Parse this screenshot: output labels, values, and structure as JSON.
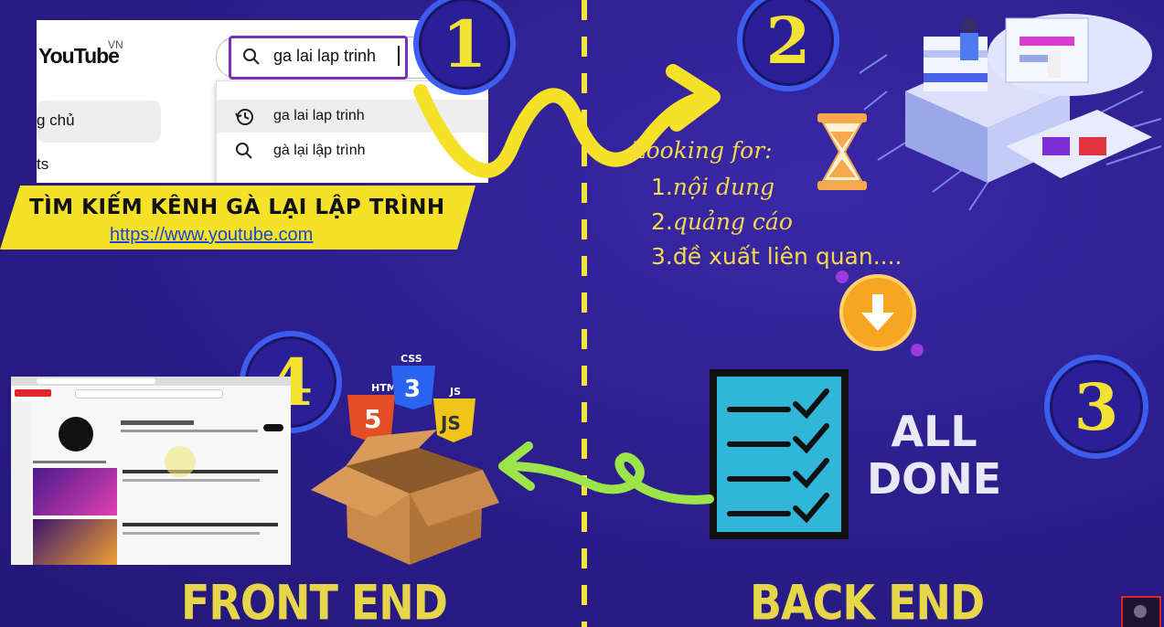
{
  "steps": {
    "one": "1",
    "two": "2",
    "three": "3",
    "four": "4"
  },
  "youtube": {
    "logo": "YouTube",
    "region": "VN",
    "search_value": "ga lai lap trinh",
    "sidebar_home": "g chủ",
    "sidebar_next": "ts",
    "suggestions": [
      {
        "icon": "history-icon",
        "text": "ga lai lap trinh"
      },
      {
        "icon": "search-icon",
        "text": "gà lại lập trình"
      }
    ]
  },
  "banner": {
    "title": "TÌM KIẾM KÊNH GÀ LẠI LẬP TRÌNH",
    "link": "https://www.youtube.com"
  },
  "backend_list": {
    "heading": "Looking for:",
    "items": [
      {
        "num": "1.",
        "text": "nội dung",
        "italic": true
      },
      {
        "num": "2.",
        "text": "quảng cáo",
        "italic": true
      },
      {
        "num": "3.",
        "text": "đề xuất liên quan....",
        "italic": false
      }
    ]
  },
  "all_done": {
    "line1": "ALL",
    "line2": "DONE"
  },
  "labels": {
    "front_end": "FRONT END",
    "back_end": "BACK END"
  },
  "tech_badges": {
    "html": "HTML",
    "css": "CSS",
    "js": "JS",
    "html_num": "5",
    "css_num": "3",
    "js_mark": "JS"
  },
  "colors": {
    "background": "#2b1d8a",
    "accent_yellow": "#f4e128",
    "divider": "#f5e23a",
    "arrow_green": "#9be44a",
    "circle_border": "#3d5cf0",
    "orange_badge": "#f5a623"
  }
}
